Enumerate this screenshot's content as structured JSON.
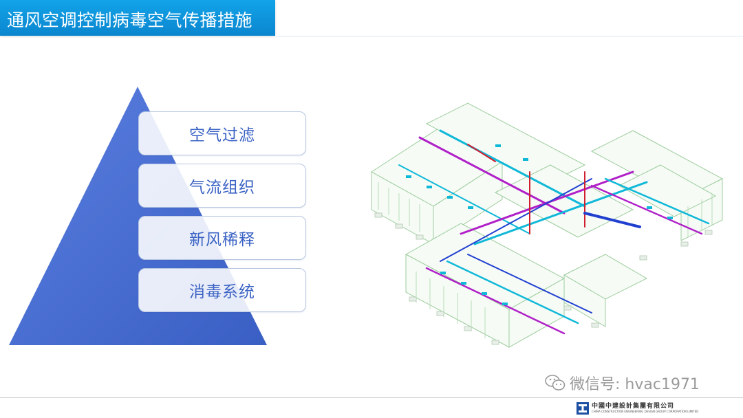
{
  "header": {
    "title": "通风空调控制病毒空气传播措施"
  },
  "pyramid": {
    "color": "#4a6fd0",
    "items": [
      {
        "label": "空气过滤"
      },
      {
        "label": "气流组织"
      },
      {
        "label": "新风稀释"
      },
      {
        "label": "消毒系统"
      }
    ]
  },
  "diagram": {
    "colors": {
      "structure": "#9ccc9c",
      "duct_magenta": "#b020c8",
      "duct_cyan": "#10b8d8",
      "duct_blue": "#2040d0",
      "duct_red": "#d02030"
    }
  },
  "watermark": {
    "icon": "wechat-icon",
    "text": "微信号: hvac1971"
  },
  "footer": {
    "company_cn": "中國中建設計集團有限公司",
    "company_en": "CHINA CONSTRUCTION ENGINEERING DESIGN GROUP CORPORATION LIMITED",
    "logo_icon": "company-logo-icon"
  }
}
